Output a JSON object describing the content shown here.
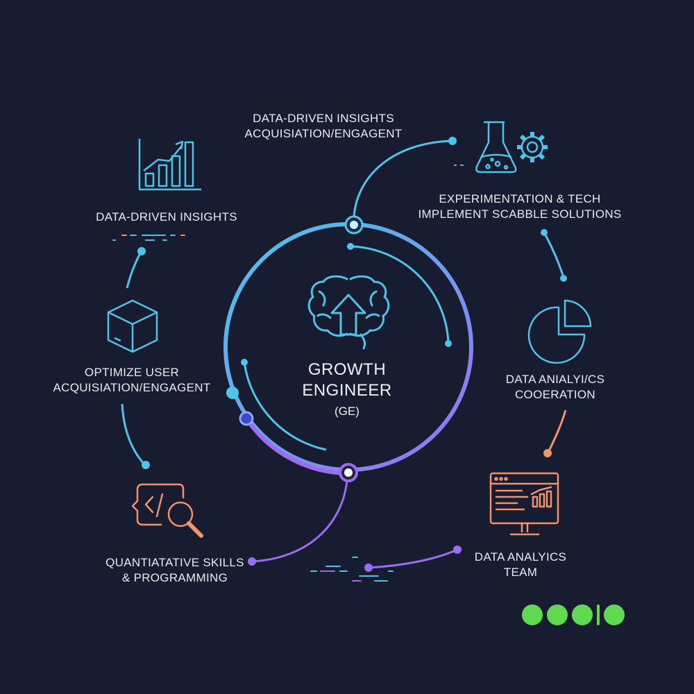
{
  "center": {
    "line1": "GROWTH",
    "line2": "ENGINEER",
    "line3": "(GE)"
  },
  "nodes": {
    "top": {
      "line1": "DATA-DRIVEN INSIGHTS",
      "line2": "ACQUISIATION/ENGAGENT"
    },
    "left_top": {
      "line1": "DATA-DRIVEN INSIGHTS"
    },
    "right_top": {
      "line1": "EXPERIMENTATION & TECH",
      "line2": "IMPLEMENT SCABBLE SOLUTIONS"
    },
    "left_mid": {
      "line1": "OPTIMIZE USER",
      "line2": "ACQUISIATION/ENGAGENT"
    },
    "right_mid": {
      "line1": "DATA ANIALYI/CS",
      "line2": "COOERATION"
    },
    "left_bottom": {
      "line1": "QUANTIATATIVE SKILLS",
      "line2": "& PROGRAMMING"
    },
    "right_bottom": {
      "line1": "DATA ANALYICS",
      "line2": "TEAM"
    }
  },
  "icons": {
    "bar_chart": "bar-chart-growth-icon",
    "lab": "lab-flask-gear-icon",
    "box": "cube-box-icon",
    "pie": "pie-chart-icon",
    "code": "code-search-icon",
    "monitor": "dashboard-monitor-icon",
    "brain": "brain-upload-icon",
    "logo": "dots-logo-icon"
  },
  "colors": {
    "background": "#181c30",
    "cyan": "#4fc3e8",
    "purple": "#9b6cf0",
    "orange": "#f2946b",
    "green": "#5fd94f",
    "text": "#e8eaf2"
  }
}
